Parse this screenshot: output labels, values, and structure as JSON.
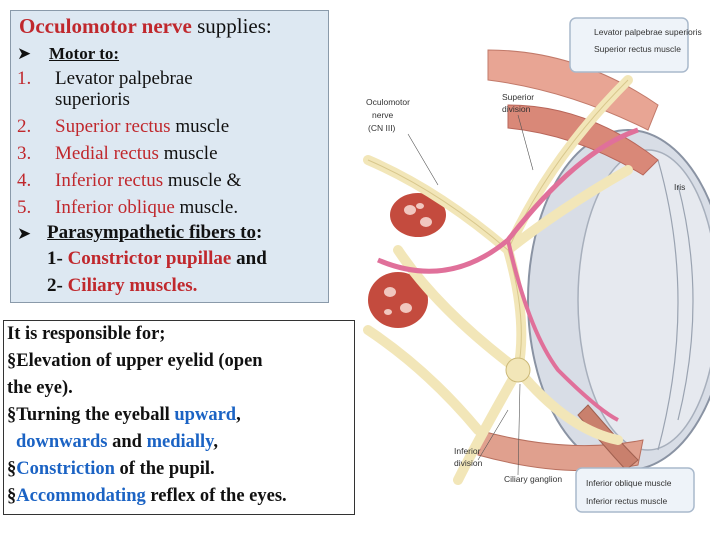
{
  "top_box": {
    "title_bold": "Occulomotor nerve",
    "title_rest": " supplies:",
    "motor_heading": "Motor to:",
    "items": [
      {
        "num": "1.",
        "red": "Levator palpebrae",
        "red2": "superioris",
        "rest": ""
      },
      {
        "num": "2.",
        "red": "Superior rectus",
        "rest": " muscle"
      },
      {
        "num": "3.",
        "red": "Medial rectus",
        "rest": " muscle"
      },
      {
        "num": "4.",
        "red": "Inferior rectus",
        "rest": " muscle &"
      },
      {
        "num": "5.",
        "red": "Inferior oblique",
        "rest": " muscle."
      }
    ],
    "para_heading": "Parasympathetic fibers to",
    "para_colon": ":",
    "para_items": [
      {
        "prefix": "1- ",
        "red": "Constrictor pupillae",
        "rest": " and"
      },
      {
        "prefix": "2- ",
        "red": "Ciliary muscles."
      }
    ]
  },
  "bottom_box": {
    "heading": "It is responsible for;",
    "bullet_char": "§",
    "b1_a": "Elevation of  upper eyelid (open",
    "b1_b": "the eye).",
    "b2_a_pre": "Turning the eyeball ",
    "b2_a_blue": "upward",
    "b2_a_post": ",",
    "b2_b_blue1": "downwards",
    "b2_b_mid": " and ",
    "b2_b_blue2": "medially",
    "b2_b_post": ",",
    "b3_blue": "Constriction",
    "b3_rest": " of the pupil.",
    "b4_blue": "Accommodating",
    "b4_rest": " reflex of the eyes."
  },
  "diagram": {
    "label_levator": "Levator palpebrae superioris",
    "label_superior_rectus": "Superior rectus muscle",
    "label_oculomotor_1": "Oculomotor",
    "label_oculomotor_2": "nerve",
    "label_oculomotor_3": "(CN III)",
    "label_superior_div_1": "Superior",
    "label_superior_div_2": "division",
    "label_iris": "Iris",
    "label_inferior_div_1": "Inferior",
    "label_inferior_div_2": "division",
    "label_ciliary": "Ciliary ganglion",
    "label_inf_oblique": "Inferior oblique muscle",
    "label_inf_rectus": "Inferior rectus muscle"
  }
}
